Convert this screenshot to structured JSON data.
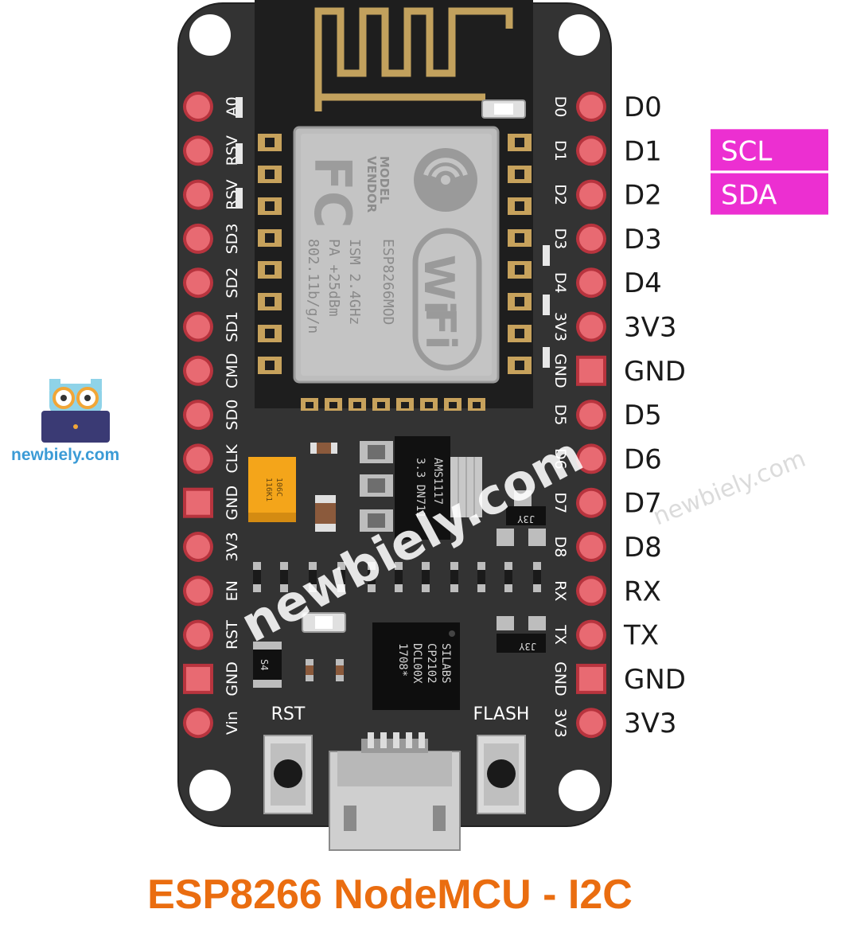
{
  "title": "ESP8266 NodeMCU - I2C",
  "title_color": "#ea6d10",
  "brand": {
    "text": "newbiely.com",
    "color": "#3b9bd6"
  },
  "watermark": {
    "large": "newbiely.com",
    "small": "newbiely.com"
  },
  "colors": {
    "board": "#333333",
    "board_edge": "#222222",
    "pin_pad": "#e86a72",
    "pin_outline": "#b8343e",
    "tag_bg": "#ec2fd1",
    "header_gold": "#c7a25c",
    "antenna": "#c2a15d",
    "shield": "#bdbdbd",
    "capacitor": "#f4a51a"
  },
  "board": {
    "left_pins": [
      "A0",
      "RSV",
      "RSV",
      "SD3",
      "SD2",
      "SD1",
      "CMD",
      "SD0",
      "CLK",
      "GND",
      "3V3",
      "EN",
      "RST",
      "GND",
      "Vin"
    ],
    "right_pins": [
      "D0",
      "D1",
      "D2",
      "D3",
      "D4",
      "3V3",
      "GND",
      "D5",
      "D6",
      "D7",
      "D8",
      "RX",
      "TX",
      "GND",
      "3V3"
    ],
    "right_external": [
      "D0",
      "D1",
      "D2",
      "D3",
      "D4",
      "3V3",
      "GND",
      "D5",
      "D6",
      "D7",
      "D8",
      "RX",
      "TX",
      "GND",
      "3V3"
    ],
    "buttons": {
      "rst": "RST",
      "flash": "FLASH"
    },
    "module": {
      "fcc": "FC",
      "model": "MODEL",
      "vendor": "VENDOR",
      "name": "ESP8266MOD",
      "ism": "ISM  2.4GHz",
      "pa": "PA  +25dBm",
      "std": "802.11b/g/n",
      "wifi_1": "Wi",
      "wifi_2": "Fi"
    },
    "regulator": {
      "line1": "AMS1117",
      "line2": "3.3  DN711"
    },
    "usb_chip": {
      "line1": "SILABS",
      "line2": "CP2102",
      "line3": "DCL00X",
      "line4": "1708*"
    },
    "cap_text": {
      "line1": "106C",
      "line2": "116K1"
    },
    "small_labels": {
      "s4": "S4",
      "j3y_top": "J3Y",
      "j3y_bottom": "J3Y"
    }
  },
  "i2c_tags": [
    {
      "pin": "D1",
      "label": "SCL"
    },
    {
      "pin": "D2",
      "label": "SDA"
    }
  ]
}
